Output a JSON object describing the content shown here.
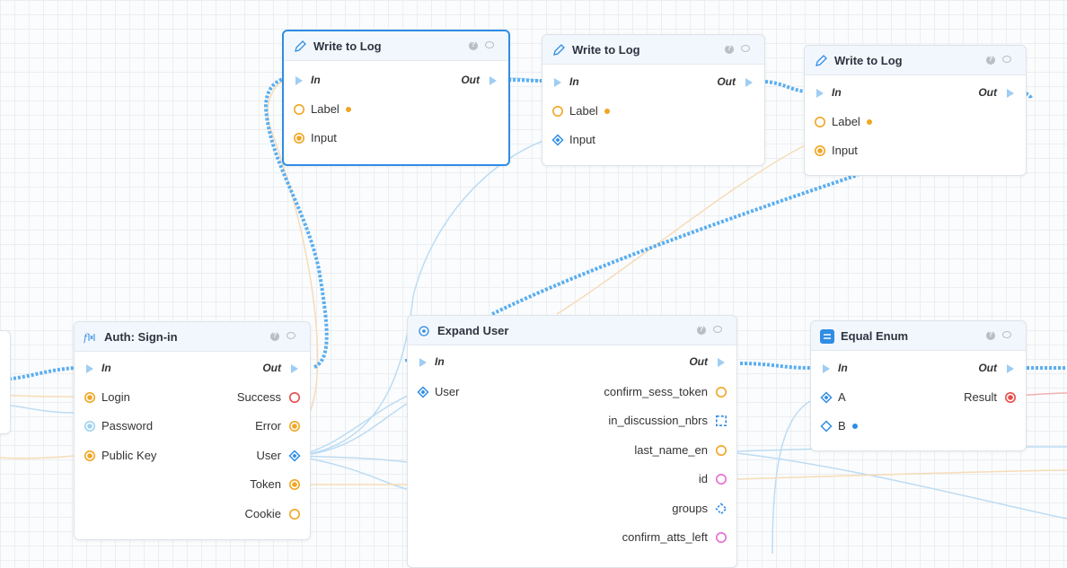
{
  "colors": {
    "exec_wire": "#5aaef0",
    "data_wire_blue": "#bcdcf4",
    "data_wire_orange": "#f6dcb8",
    "data_wire_red": "#f5b0b0",
    "pin_orange": "#f0a623",
    "pin_blue": "#2f8de4",
    "pin_red": "#e84b4b",
    "pin_pink": "#e86bd2",
    "selection": "#2f8de4"
  },
  "nodes": {
    "write_log_1": {
      "title": "Write to Log",
      "icon": "pencil-icon",
      "selected": true,
      "in": "In",
      "out": "Out",
      "inputs": [
        {
          "label": "Label",
          "pin": "circle-orange",
          "required": true
        },
        {
          "label": "Input",
          "pin": "circle-orange-filled"
        }
      ]
    },
    "write_log_2": {
      "title": "Write to Log",
      "icon": "pencil-icon",
      "in": "In",
      "out": "Out",
      "inputs": [
        {
          "label": "Label",
          "pin": "circle-orange",
          "required": true
        },
        {
          "label": "Input",
          "pin": "object-blue-filled"
        }
      ]
    },
    "write_log_3": {
      "title": "Write to Log",
      "icon": "pencil-icon",
      "in": "In",
      "out": "Out",
      "inputs": [
        {
          "label": "Label",
          "pin": "circle-orange",
          "required": true
        },
        {
          "label": "Input",
          "pin": "circle-orange-filled"
        }
      ]
    },
    "auth_signin": {
      "title": "Auth: Sign-in",
      "icon": "function-icon",
      "in": "In",
      "out": "Out",
      "inputs": [
        "Login",
        "Password",
        "Public Key"
      ],
      "outputs": [
        "Success",
        "Error",
        "User",
        "Token",
        "Cookie"
      ]
    },
    "expand_user": {
      "title": "Expand User",
      "icon": "target-icon",
      "in": "In",
      "out": "Out",
      "inputs": [
        "User"
      ],
      "outputs": [
        "confirm_sess_token",
        "in_discussion_nbrs",
        "last_name_en",
        "id",
        "groups",
        "confirm_atts_left"
      ]
    },
    "equal_enum": {
      "title": "Equal Enum",
      "icon": "equals-icon",
      "in": "In",
      "out": "Out",
      "inputs": [
        "A",
        "B"
      ],
      "outputs": [
        "Result"
      ]
    }
  }
}
